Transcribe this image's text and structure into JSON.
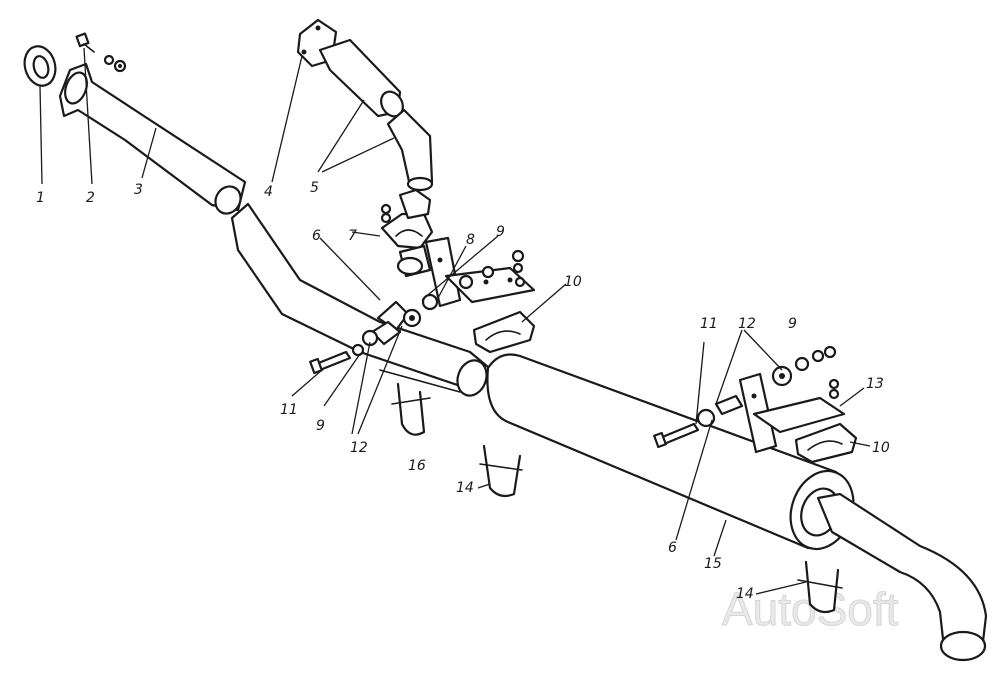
{
  "diagram": {
    "callouts": {
      "c1": "1",
      "c2": "2",
      "c3": "3",
      "c4": "4",
      "c5": "5",
      "c6a": "6",
      "c6b": "6",
      "c7": "7",
      "c8": "8",
      "c9a": "9",
      "c9b": "9",
      "c9c": "9",
      "c10a": "10",
      "c10b": "10",
      "c11a": "11",
      "c11b": "11",
      "c12a": "12",
      "c12b": "12",
      "c13": "13",
      "c14a": "14",
      "c14b": "14",
      "c15": "15",
      "c16": "16"
    },
    "watermark": "AutoSoft"
  }
}
